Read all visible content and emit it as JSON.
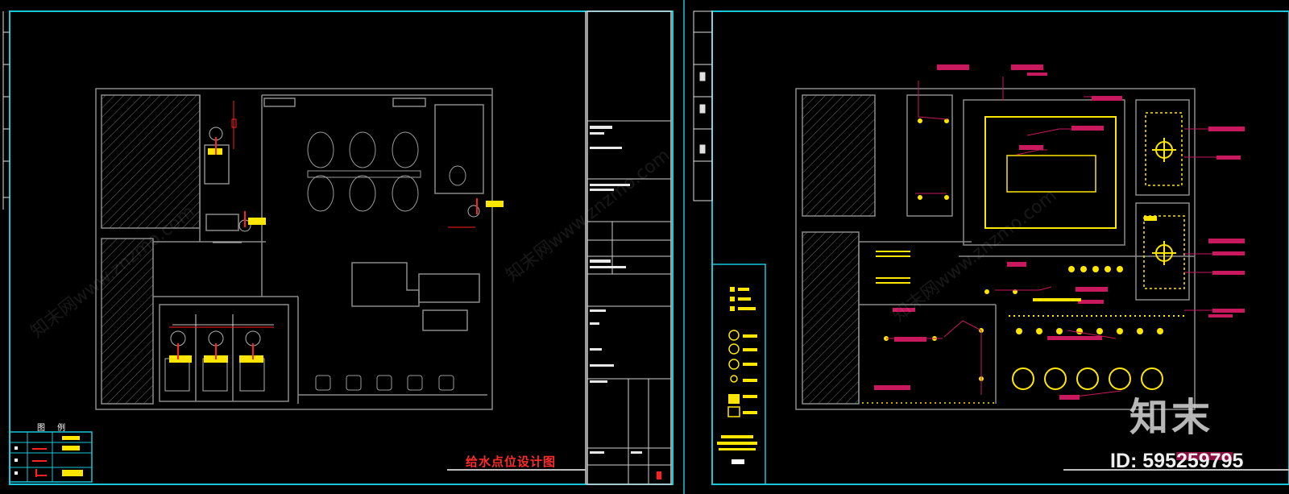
{
  "left_sheet": {
    "drawing_title": "给水点位设计图",
    "legend_title": "图 例"
  },
  "watermarks": [
    "知末网www.znzmo.com",
    "知末网www.znzmo.com",
    "知末网www.znzmo.com"
  ],
  "brand": {
    "logo_text": "知末",
    "id_text": "ID: 595259795"
  },
  "colors": {
    "frame": "#19c6d8",
    "wall": "#8a8a8a",
    "callout": "#c8185e",
    "fixture": "#ffe600",
    "valve": "#ff2020",
    "title": "#ff2a2a"
  }
}
